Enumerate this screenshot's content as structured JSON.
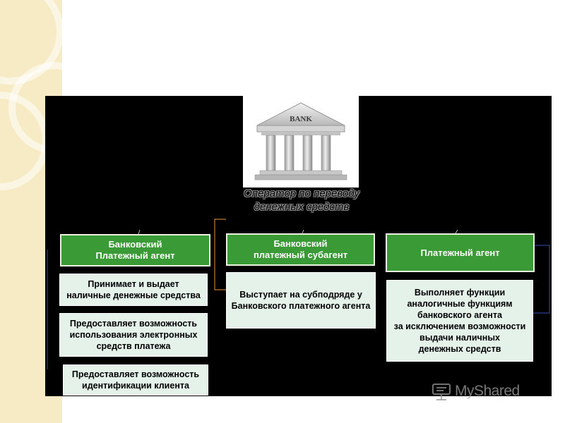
{
  "bank_sign": "BANK",
  "operator": {
    "line1": "Оператор по переводу",
    "line2": "денежных средств"
  },
  "columns": [
    {
      "header": [
        "Банковский",
        "Платежный агент"
      ],
      "items": [
        [
          "Принимает и выдает",
          "наличные денежные средства"
        ],
        [
          "Предоставляет возможность",
          "использования электронных",
          "средств платежа"
        ],
        [
          "Предоставляет возможность",
          "идентификации клиента"
        ]
      ]
    },
    {
      "header": [
        "Банковский",
        "платежный субагент"
      ],
      "items": [
        [
          "Выступает на субподряде у",
          "Банковского платежного агента"
        ]
      ]
    },
    {
      "header": [
        "Платежный агент"
      ],
      "items": [
        [
          "Выполняет функции",
          "аналогичные функциям",
          "банковского агента",
          "за исключением возможности",
          "выдачи наличных",
          "денежных средств"
        ]
      ]
    }
  ],
  "watermark": {
    "part1": "My",
    "part2": "Shared"
  },
  "colors": {
    "header_green": "#3a9a35",
    "item_bg": "#e4f2ea",
    "slide_bg": "#000000",
    "side_strip": "#f6ebc4",
    "connector_orange": "#c07a2a",
    "connector_blue": "#2c3f8f"
  }
}
